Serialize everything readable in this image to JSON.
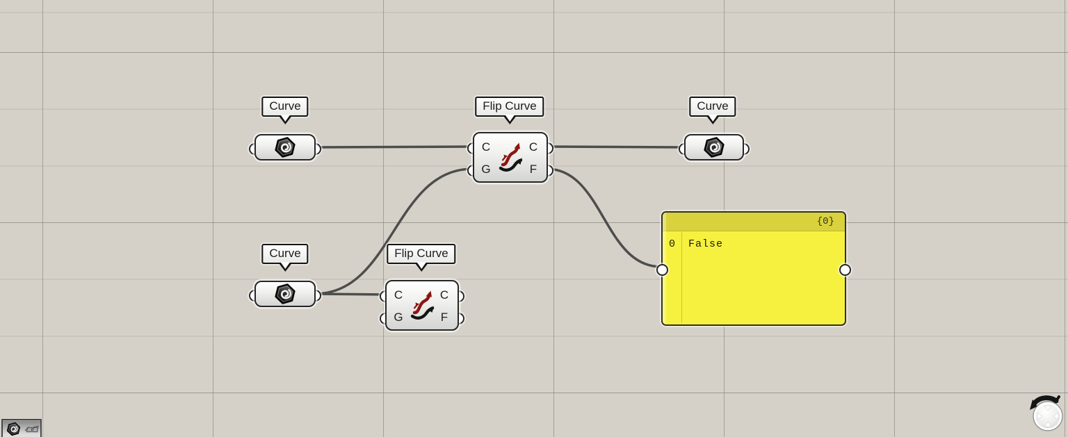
{
  "colors": {
    "canvas_bg": "#d5d1c9",
    "grid_line_major": "#b2aea6",
    "grid_line_minor": "#c6c2ba",
    "wire": "#4d4d4b",
    "component_fill_top": "#ffffff",
    "component_fill_bottom": "#d4d4d2",
    "component_border": "#262626",
    "panel_body": "#f6f13e",
    "panel_header": "#d9d23c",
    "flip_icon_red": "#8c150f",
    "flip_icon_black": "#141414"
  },
  "components": {
    "curve_a": {
      "tooltip": "Curve",
      "icon": "curve-param-icon"
    },
    "curve_b": {
      "tooltip": "Curve",
      "icon": "curve-param-icon"
    },
    "curve_out": {
      "tooltip": "Curve",
      "icon": "curve-param-icon"
    },
    "flip_main": {
      "tooltip": "Flip Curve",
      "icon": "flip-curve-icon",
      "inputs": [
        "C",
        "G"
      ],
      "outputs": [
        "C",
        "F"
      ]
    },
    "flip_b": {
      "tooltip": "Flip Curve",
      "icon": "flip-curve-icon",
      "inputs": [
        "C",
        "G"
      ],
      "outputs": [
        "C",
        "F"
      ]
    },
    "panel": {
      "header": "{0}",
      "rows": [
        {
          "index": "0",
          "value": "False"
        }
      ]
    }
  },
  "wires": [
    {
      "from": "curve_a:out",
      "to": "flip_main:in-C"
    },
    {
      "from": "curve_b:out",
      "to": "flip_b:in-C"
    },
    {
      "from": "curve_b:out",
      "to": "flip_main:in-G"
    },
    {
      "from": "flip_main:out-C",
      "to": "curve_out:in"
    },
    {
      "from": "flip_main:out-F",
      "to": "panel:in"
    }
  ],
  "widgets": {
    "mini_toolbar_icons": [
      "curve-param-icon",
      "glasses-icon"
    ],
    "nav_widget": "navigation-ball-icon"
  }
}
